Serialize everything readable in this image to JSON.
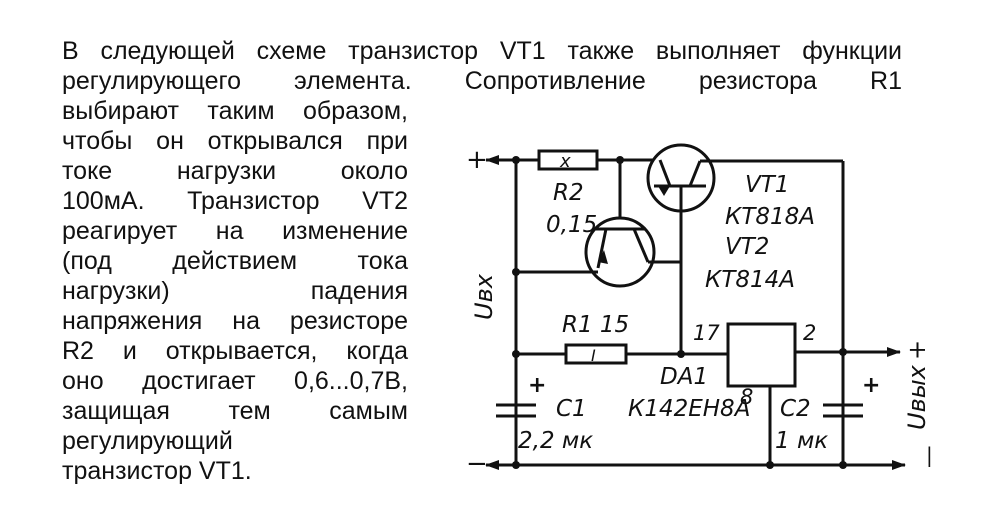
{
  "paragraph": {
    "line1": "В следующей схеме транзистор VT1 также выполняет функции",
    "line2": "регулирующего элемента. Сопротивление резистора R1",
    "column_lines": [
      "выбирают таким образом,",
      "чтобы он открывался при",
      "токе нагрузки около",
      "100мА. Транзистор VT2",
      "реагирует на изменение",
      "(под действием тока",
      "нагрузки) падения",
      "напряжения на резисторе",
      "R2 и открывается, когда",
      "оно достигает 0,6...0,7В,",
      "защищая тем самым",
      "регулирующий",
      "транзистор VT1."
    ]
  },
  "schematic": {
    "input_plus": "+",
    "input_minus": "−",
    "input_voltage": "Uвх",
    "output_voltage": "Uвых",
    "output_plus": "+",
    "output_minus": "|",
    "r2_name": "R2",
    "r2_value": "0,15",
    "r2_mark": "x",
    "r1_label": "R1 15",
    "r1_mark": "I",
    "vt1_name": "VT1",
    "vt1_type": "КТ818А",
    "vt2_name": "VT2",
    "vt2_type": "КТ814А",
    "da1_name": "DA1",
    "da1_type": "К142ЕН8А",
    "pin_17": "17",
    "pin_2": "2",
    "pin_8": "8",
    "c1_name": "C1",
    "c1_value": "2,2 мк",
    "c1_plus": "+",
    "c2_name": "C2",
    "c2_value": "1 мк",
    "c2_plus": "+"
  }
}
